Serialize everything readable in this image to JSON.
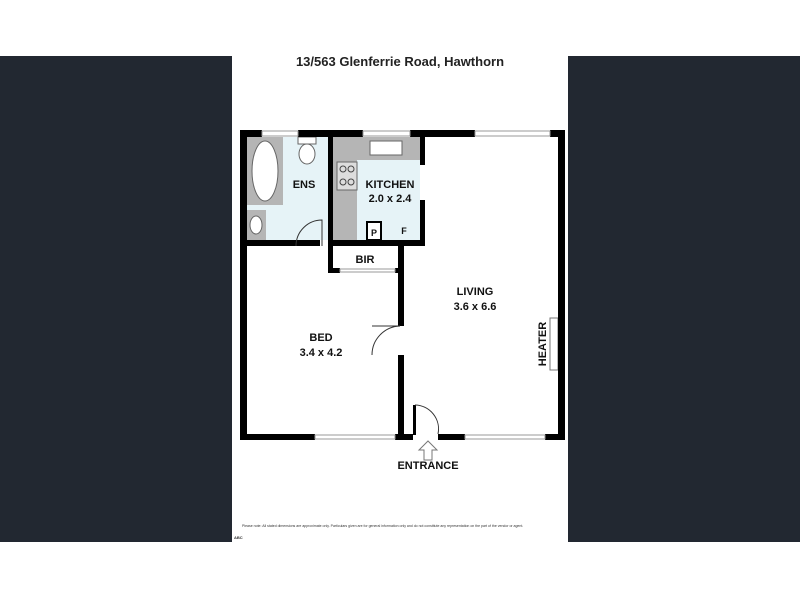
{
  "title": "13/563 Glenferrie Road, Hawthorn",
  "rooms": {
    "ens": "ENS",
    "kitchen": "KITCHEN",
    "kitchen_dims": "2.0 x 2.4",
    "pantry": "P",
    "fridge": "F",
    "bir": "BIR",
    "living": "LIVING",
    "living_dims": "3.6 x 6.6",
    "bed": "BED",
    "bed_dims": "3.4 x 4.2",
    "heater": "HEATER",
    "entrance": "ENTRANCE"
  },
  "disclaimer": "Please note: All stated dimensions are approximate only. Particulars given are for general information only and do not constitute any representation on the part of the vendor or agent.",
  "logo_text": "ABC",
  "colors": {
    "background": "#222831",
    "wall": "#000000",
    "wet_area": "#e6f3f7",
    "fixture": "#b5b5b5"
  }
}
